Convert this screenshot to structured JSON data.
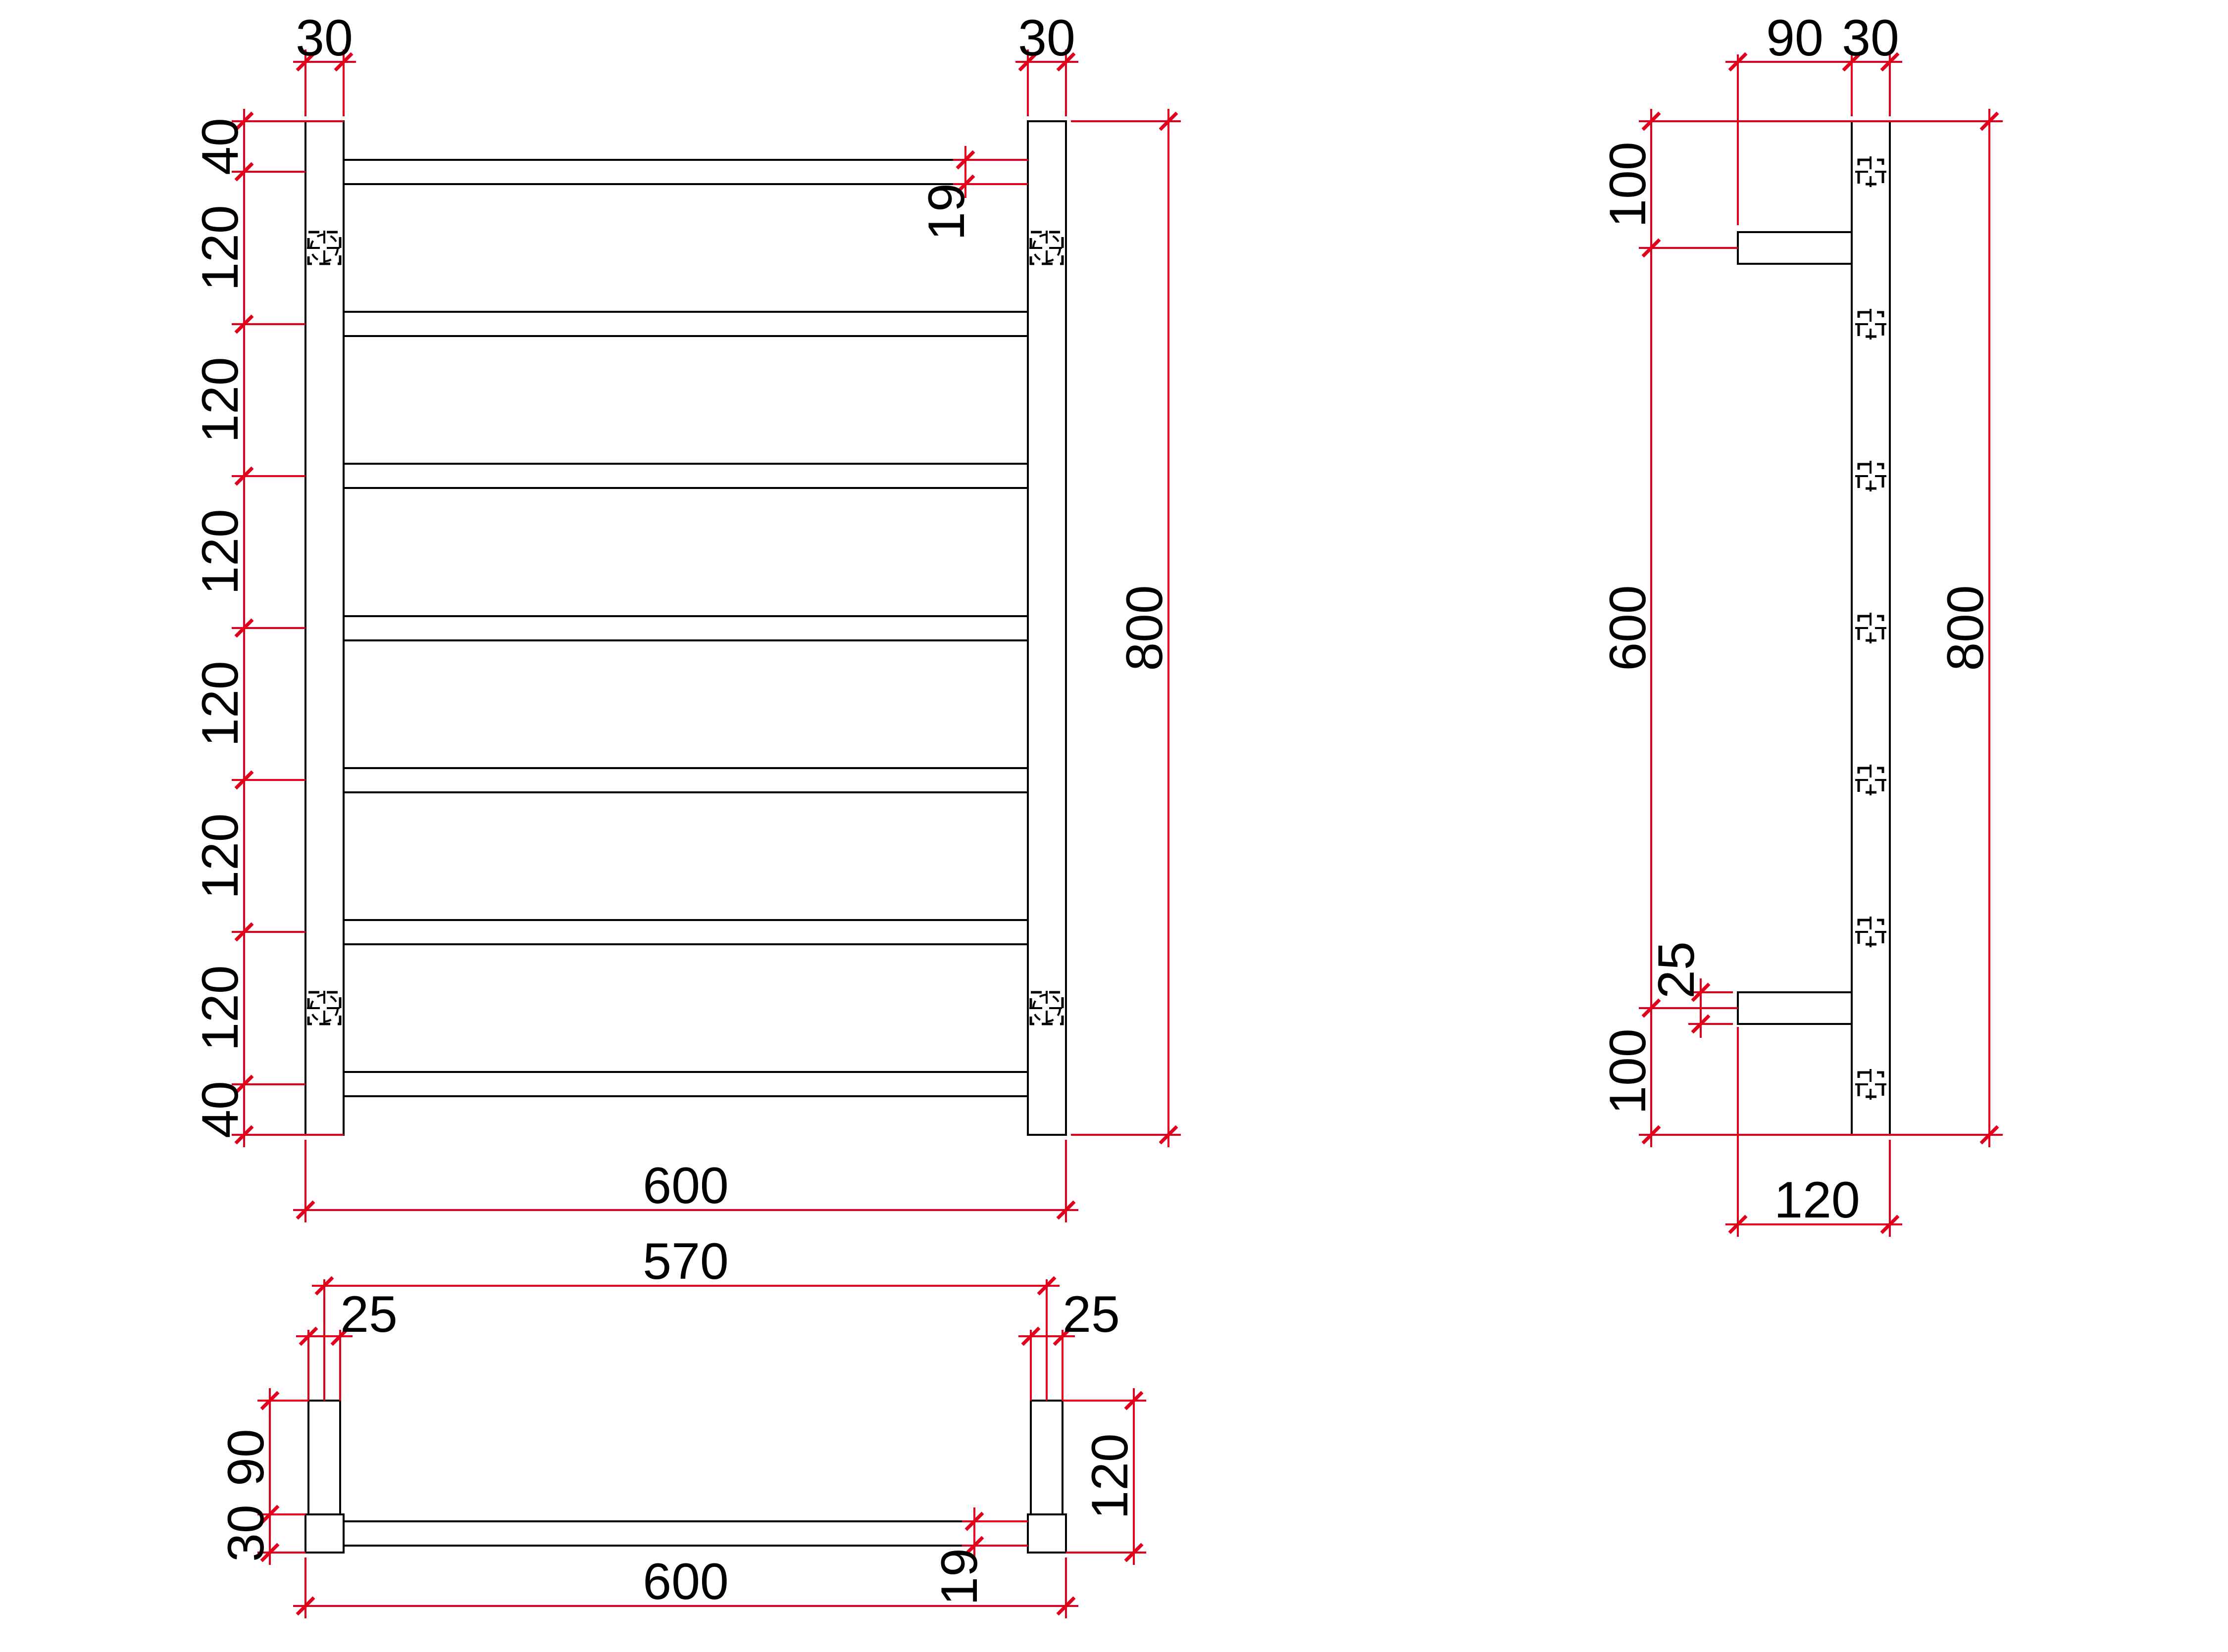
{
  "colors": {
    "background": "#ffffff",
    "geometry_line": "#000000",
    "dimension_line": "#e2001c"
  },
  "front_view": {
    "labels": {
      "post_width_left": "30",
      "post_width_right": "30",
      "rung_thickness": "19",
      "top_offset": "40",
      "rung_spacing": [
        "120",
        "120",
        "120",
        "120",
        "120",
        "120"
      ],
      "bottom_offset": "40",
      "overall_height": "800",
      "overall_width": "600"
    }
  },
  "side_view": {
    "labels": {
      "bracket_length": "90",
      "post_depth": "30",
      "top_to_bracket": "100",
      "bracket_centres": "600",
      "overall_height": "800",
      "bracket_thickness": "25",
      "bracket_to_bottom": "100",
      "overall_depth": "120"
    }
  },
  "top_view": {
    "labels": {
      "bracket_centres": "570",
      "bracket_width_left": "25",
      "bracket_width_right": "25",
      "bracket_length": "90",
      "post_depth": "30",
      "overall_depth": "120",
      "rung_thickness": "19",
      "overall_width": "600"
    }
  }
}
